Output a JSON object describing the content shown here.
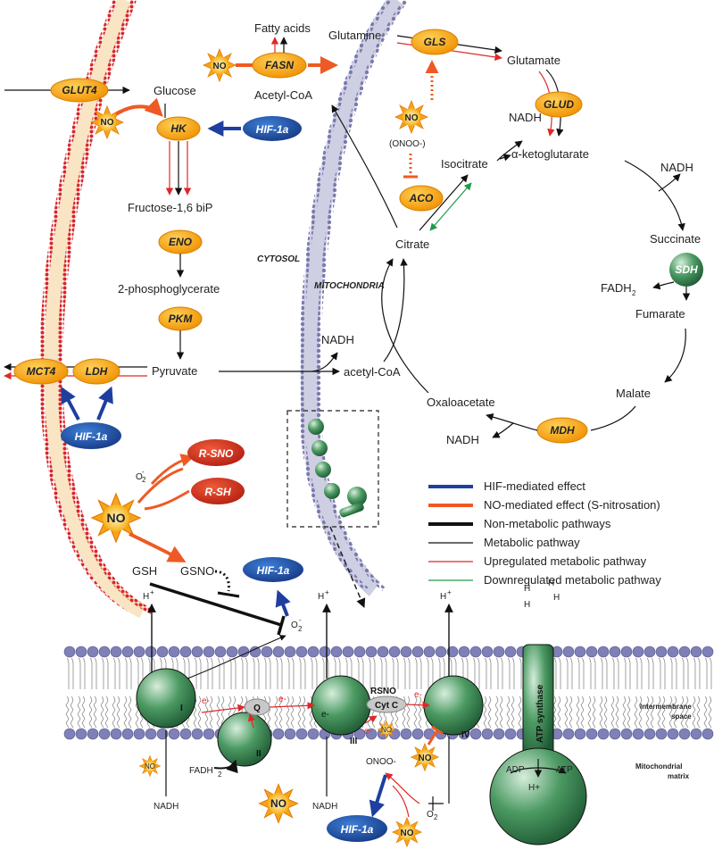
{
  "metabolites": {
    "glucose": "Glucose",
    "fructose": "Fructose-1,6 biP",
    "phosphoglycerate": "2-phosphoglycerate",
    "pyruvate": "Pyruvate",
    "fatty_acids": "Fatty acids",
    "acetyl_coa_top": "Acetyl-CoA",
    "acetyl_coa_mito": "acetyl-CoA",
    "glutamine": "Glutamine",
    "glutamate": "Glutamate",
    "nadh": "NADH",
    "alpha_kg": "α-ketoglutarate",
    "isocitrate": "Isocitrate",
    "citrate": "Citrate",
    "succinate": "Succinate",
    "fadh2": "FADH",
    "fadh2_sub": "2",
    "fumarate": "Fumarate",
    "malate": "Malate",
    "oxaloacetate": "Oxaloacetate",
    "onoo_paren": "(ONOO-)",
    "gsh": "GSH",
    "gsno": "GSNO",
    "o2_minus": "O",
    "o2_sup": "2",
    "o2_charge": "-",
    "h_plus": "H",
    "plus": "+",
    "onoo": "ONOO-",
    "o2": "O",
    "o2_sub": "2",
    "adp": "ADP",
    "atp": "ATP",
    "h_plus_matrix": "H+"
  },
  "enzymes": {
    "glut4": "GLUT4",
    "hk": "HK",
    "fasn": "FASN",
    "gls": "GLS",
    "glud": "GLUD",
    "aco": "ACO",
    "eno": "ENO",
    "pkm": "PKM",
    "mct4": "MCT4",
    "ldh": "LDH",
    "sdh": "SDH",
    "mdh": "MDH"
  },
  "molecules": {
    "hif": "HIF-1a",
    "no": "NO",
    "rsno": "R-SNO",
    "rsh": "R-SH"
  },
  "regions": {
    "cytosol": "CYTOSOL",
    "mitochondria": "MITOCHONDRIA",
    "intermembrane": "Intermembrane",
    "intermembrane2": "space",
    "matrix": "Mitochondrial",
    "matrix2": "matrix"
  },
  "complexes": {
    "c1": "I",
    "c2": "II",
    "c3": "III",
    "c4": "IV",
    "q": "Q",
    "cytc": "Cyt C",
    "rsno": "RSNO",
    "atp_synthase": "ATP synthase",
    "electron": "e-"
  },
  "legend": [
    {
      "label": "HIF-mediated effect",
      "color": "#1e3f9e",
      "width": 4
    },
    {
      "label": "NO-mediated effect (S-nitrosation)",
      "color": "#ee5a24",
      "width": 4
    },
    {
      "label": "Non-metabolic pathways",
      "color": "#111111",
      "width": 4
    },
    {
      "label": "Metabolic pathway",
      "color": "#111111",
      "width": 1.2
    },
    {
      "label": "Upregulated metabolic pathway",
      "color": "#e02828",
      "width": 1.2
    },
    {
      "label": "Downregulated metabolic pathway",
      "color": "#1e9a4a",
      "width": 1.2
    }
  ],
  "colors": {
    "enzyme": "#f5a200",
    "hif": "#1f4fa5",
    "rsno": "#d4301c",
    "complex": "#2f7a48",
    "membrane_dot": "#7a7aae",
    "cell_membrane": "#d9262a"
  }
}
